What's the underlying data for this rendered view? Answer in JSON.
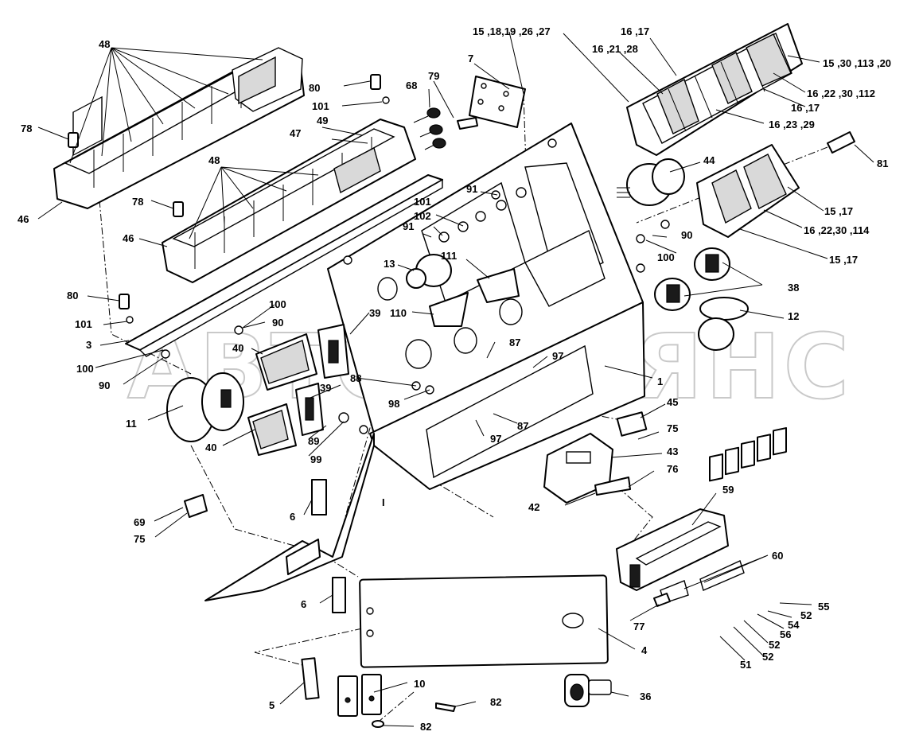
{
  "watermark": "АВТОАЛЬЯНС",
  "labels": {
    "l48a": "48",
    "l80a": "80",
    "l101a": "101",
    "l49": "49",
    "l47": "47",
    "l78a": "78",
    "l48b": "48",
    "l78b": "78",
    "l46a": "46",
    "l46b": "46",
    "l80b": "80",
    "l101b": "101",
    "l3": "3",
    "l100a": "100",
    "l90a": "90",
    "l100b": "100",
    "l90b": "90",
    "l40a": "40",
    "l39a": "39",
    "l39b": "39",
    "l11": "11",
    "l40b": "40",
    "l89": "89",
    "l99": "99",
    "l88": "88",
    "l98": "98",
    "l87a": "87",
    "l87b": "87",
    "l97a": "97",
    "l97b": "97",
    "l69": "69",
    "l75a": "75",
    "l6a": "6",
    "l6b": "6",
    "l5": "5",
    "l10": "10",
    "l82a": "82",
    "l82b": "82",
    "l4": "4",
    "l36": "36",
    "l13": "13",
    "l111": "111",
    "l110": "110",
    "l91a": "91",
    "l91b": "91",
    "l101c": "101",
    "l102": "102",
    "l68": "68",
    "l79": "79",
    "l7": "7",
    "l15_18": "15 ,18,19 ,26 ,27",
    "l16_17a": "16 ,17",
    "l16_21": "16 ,21 ,28",
    "l15_30": "15 ,30 ,113 ,20",
    "l16_22a": "16 ,22 ,30 ,112",
    "l16_17b": "16 ,17",
    "l16_23": "16 ,23 ,29",
    "l81": "81",
    "l44": "44",
    "l15_17a": "15 ,17",
    "l16_22b": "16 ,22,30 ,114",
    "l15_17b": "15 ,17",
    "l90c": "90",
    "l100c": "100",
    "l38": "38",
    "l12": "12",
    "l1": "1",
    "l45": "45",
    "l75b": "75",
    "l43": "43",
    "l76": "76",
    "l42": "42",
    "l59": "59",
    "l60": "60",
    "l77": "77",
    "l55": "55",
    "l52a": "52",
    "l54": "54",
    "l56": "56",
    "l52b": "52",
    "l52c": "52",
    "l51": "51",
    "lI": "I"
  }
}
